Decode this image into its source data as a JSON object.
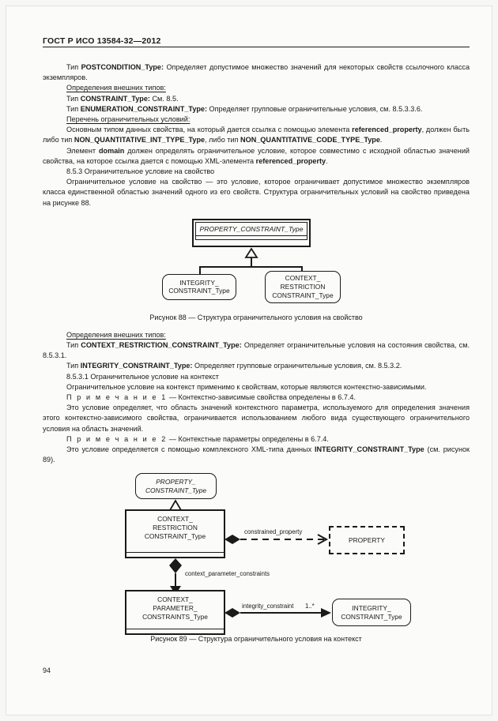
{
  "document": {
    "header": "ГОСТ Р ИСО 13584-32—2012",
    "page_number": "94"
  },
  "body": {
    "p1": "Тип POSTCONDITION_Type: Определяет допустимое множество значений для некоторых свойств ссылочного класса экземпляров.",
    "p1_bold": "POSTCONDITION_Type:",
    "p2_heading": "Определения внешних типов:",
    "p3_label": "Тип",
    "p3_bold": "CONSTRAINT_Type:",
    "p3_rest": "См. 8.5.",
    "p4_bold": "ENUMERATION_CONSTRAINT_Type:",
    "p4_rest": "Определяет групповые ограничительные условия, см. 8.5.3.3.6.",
    "p5_heading": "Перечень ограничительных условий:",
    "p6_a": "Основным типом данных свойства, на который дается ссылка с помощью элемента ",
    "p6_b1": "referenced_property",
    "p6_c": ", должен быть либо тип ",
    "p6_b2": "NON_QUANTITATIVE_INT_TYPE_Type",
    "p6_d": ", либо тип ",
    "p6_b3": "NON_QUANTITATIVE_CODE_TYPE_Type",
    "p6_e": ".",
    "p7_a": "Элемент ",
    "p7_b1": "domain",
    "p7_c": " должен определять ограничительное условие, которое совместимо с исходной областью значений свойства, на которое ссылка дается с помощью XML-элемента ",
    "p7_b2": "referenced_property",
    "p7_d": ".",
    "p8_heading": "8.5.3 Ограничительное условие на свойство",
    "p9": "Ограничительное условие на свойство — это условие, которое ограничивает допустимое множество экземпляров класса единственной областью значений одного из его свойств. Структура ограничительных условий на свойство приведена на рисунке 88.",
    "p10_heading": "Определения внешних типов:",
    "p11_bold": "CONTEXT_RESTRICTION_CONSTRAINT_Type:",
    "p11_rest": "Определяет ограничительные условия на состояния свойства, см. 8.5.3.1.",
    "p12_bold": "INTEGRITY_CONSTRAINT_Type:",
    "p12_rest": "Определяет групповые ограничительные условия, см. 8.5.3.2.",
    "p13_heading": "8.5.3.1 Ограничительное условие на контекст",
    "p14": "Ограничительное условие на контекст применимо к свойствам, которые являются контекстно-зависимыми.",
    "note1_label": "П р и м е ч а н и е  1",
    "note1_text": "— Контекстно-зависимые свойства определены в 6.7.4.",
    "p15": "Это условие определяет, что область значений контекстного параметра, используемого для определения значения этого контекстно-зависимого свойства, ограничивается использованием любого вида существующего ограничительного условия на область значений.",
    "note2_label": "П р и м е ч а н и е  2",
    "note2_text": "— Контекстные параметры определены в 6.7.4.",
    "p16_a": "Это условие определяется с помощью комплексного XML-типа данных ",
    "p16_b": "INTEGRITY_CONSTRAINT_Type",
    "p16_c": " (см. рисунок 89)."
  },
  "figure88": {
    "caption": "Рисунок 88 — Структура ограничительного условия на свойство",
    "nodes": {
      "parent": "PROPERTY_CONSTRAINT_Type",
      "child_left": "INTEGRITY_\nCONSTRAINT_Type",
      "child_left_line1": "INTEGRITY_",
      "child_left_line2": "CONSTRAINT_Type",
      "child_right_line1": "CONTEXT_",
      "child_right_line2": "RESTRICTION",
      "child_right_line3": "CONSTRAINT_Type"
    }
  },
  "figure89": {
    "caption": "Рисунок 89 — Структура ограничительного условия на контекст",
    "nodes": {
      "property_constraint_line1": "PROPERTY_",
      "property_constraint_line2": "CONSTRAINT_Type",
      "context_restriction_line1": "CONTEXT_",
      "context_restriction_line2": "RESTRICTION",
      "context_restriction_line3": "CONSTRAINT_Type",
      "property": "PROPERTY",
      "context_parameter_line1": "CONTEXT_",
      "context_parameter_line2": "PARAMETER_",
      "context_parameter_line3": "CONSTRAINTS_Type",
      "integrity_line1": "INTEGRITY_",
      "integrity_line2": "CONSTRAINT_Type"
    },
    "edges": {
      "constrained_property": "constrained_property",
      "context_parameter_constraints": "context_parameter_constraints",
      "integrity_constraint": "integrity_constraint",
      "integrity_multiplicity": "1..*"
    }
  }
}
